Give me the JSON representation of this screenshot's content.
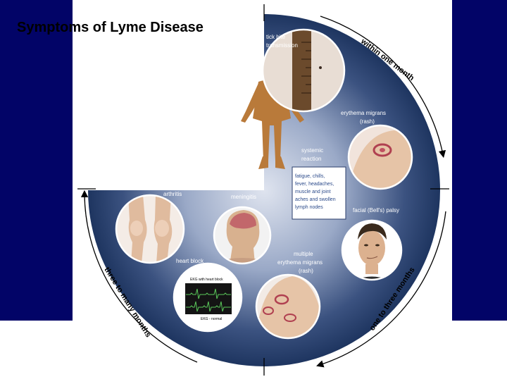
{
  "slide": {
    "title": "Symptoms of Lyme Disease",
    "colors": {
      "side_panel": "#020467",
      "wheel_dark": "#1e3560",
      "wheel_light": "#9aa9c7",
      "label_text": "#ffffff",
      "skin": "#e6c4a7",
      "figure": "#b97a3a"
    }
  },
  "diagram": {
    "stages": {
      "tick_bite": "tick bite\ntransmission",
      "erythema_migrans": "erythema migrans\n(rash)",
      "systemic_reaction": "systemic\nreaction",
      "systemic_symptoms": "fatigue, chills,\nfever, headaches,\nmuscle and joint\naches and swollen\nlymph nodes",
      "facial_palsy": "facial (Bell's) palsy",
      "multiple_em": "multiple\nerythema migrans\n(rash)",
      "heart_block": "heart block",
      "meningitis": "meningitis",
      "arthritis": "arthritis"
    },
    "ekg": {
      "top_label": "EKG with heart block",
      "bottom_label": "EKG - normal"
    },
    "timeline": {
      "within_one_month": "within one month",
      "one_to_three_months": "one to three months",
      "three_to_many_months": "three to many months"
    }
  }
}
